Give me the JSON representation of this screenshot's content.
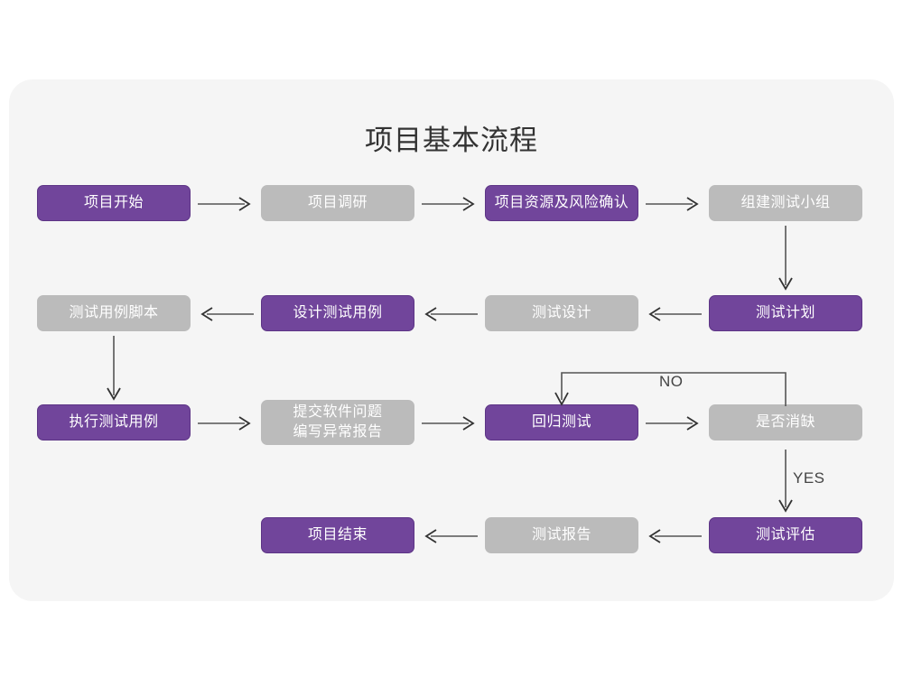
{
  "page": {
    "title": "项目基本流程",
    "background_color": "#ffffff",
    "card_color": "#f5f5f5",
    "accent_purple": "#71459B",
    "accent_gray": "#bbbbbb",
    "connector_color": "#555555"
  },
  "flow": {
    "nodes": [
      {
        "id": "n1",
        "label": "项目开始",
        "style": "purple",
        "row": 1,
        "col": 1
      },
      {
        "id": "n2",
        "label": "项目调研",
        "style": "gray",
        "row": 1,
        "col": 2
      },
      {
        "id": "n3",
        "label": "项目资源及风险确认",
        "style": "purple",
        "row": 1,
        "col": 3
      },
      {
        "id": "n4",
        "label": "组建测试小组",
        "style": "gray",
        "row": 1,
        "col": 4
      },
      {
        "id": "n5",
        "label": "测试用例脚本",
        "style": "gray",
        "row": 2,
        "col": 1
      },
      {
        "id": "n6",
        "label": "设计测试用例",
        "style": "purple",
        "row": 2,
        "col": 2
      },
      {
        "id": "n7",
        "label": "测试设计",
        "style": "gray",
        "row": 2,
        "col": 3
      },
      {
        "id": "n8",
        "label": "测试计划",
        "style": "purple",
        "row": 2,
        "col": 4
      },
      {
        "id": "n9",
        "label": "执行测试用例",
        "style": "purple",
        "row": 3,
        "col": 1
      },
      {
        "id": "n10",
        "label": "提交软件问题\n编写异常报告",
        "style": "gray",
        "row": 3,
        "col": 2
      },
      {
        "id": "n11",
        "label": "回归测试",
        "style": "purple",
        "row": 3,
        "col": 3
      },
      {
        "id": "n12",
        "label": "是否消缺",
        "style": "gray",
        "row": 3,
        "col": 4
      },
      {
        "id": "n13",
        "label": "项目结束",
        "style": "purple",
        "row": 4,
        "col": 2
      },
      {
        "id": "n14",
        "label": "测试报告",
        "style": "gray",
        "row": 4,
        "col": 3
      },
      {
        "id": "n15",
        "label": "测试评估",
        "style": "purple",
        "row": 4,
        "col": 4
      }
    ],
    "edge_labels": {
      "no": "NO",
      "yes": "YES"
    }
  }
}
